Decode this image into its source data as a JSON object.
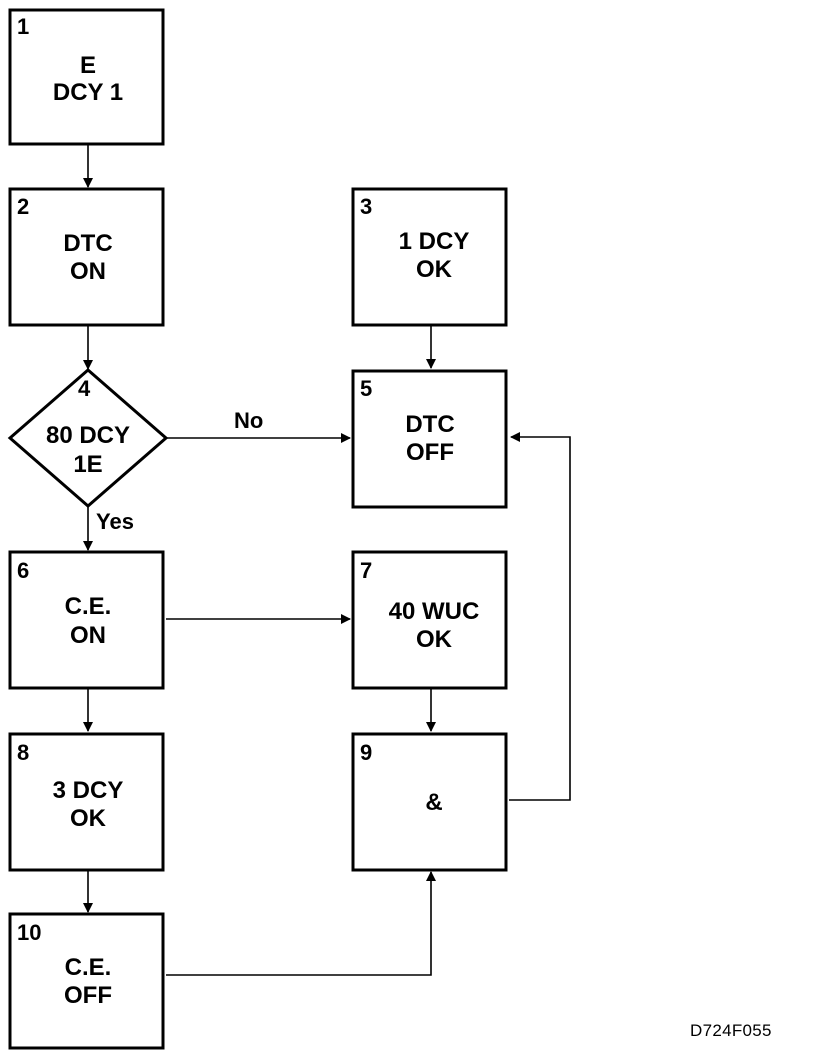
{
  "nodes": [
    {
      "id": "1",
      "number": "1",
      "lines": [
        "E",
        "DCY 1"
      ]
    },
    {
      "id": "2",
      "number": "2",
      "lines": [
        "DTC",
        "ON"
      ]
    },
    {
      "id": "3",
      "number": "3",
      "lines": [
        "1 DCY",
        "OK"
      ]
    },
    {
      "id": "4",
      "number": "4",
      "lines": [
        "80 DCY",
        "1E"
      ]
    },
    {
      "id": "5",
      "number": "5",
      "lines": [
        "DTC",
        "OFF"
      ]
    },
    {
      "id": "6",
      "number": "6",
      "lines": [
        "C.E.",
        "ON"
      ]
    },
    {
      "id": "7",
      "number": "7",
      "lines": [
        "40 WUC",
        "OK"
      ]
    },
    {
      "id": "8",
      "number": "8",
      "lines": [
        "3 DCY",
        "OK"
      ]
    },
    {
      "id": "9",
      "number": "9",
      "lines": [
        "&"
      ]
    },
    {
      "id": "10",
      "number": "10",
      "lines": [
        "C.E.",
        "OFF"
      ]
    }
  ],
  "edges": [
    {
      "from": "1",
      "to": "2",
      "label": ""
    },
    {
      "from": "2",
      "to": "4",
      "label": ""
    },
    {
      "from": "3",
      "to": "5",
      "label": ""
    },
    {
      "from": "4",
      "to": "5",
      "label": "No"
    },
    {
      "from": "4",
      "to": "6",
      "label": "Yes"
    },
    {
      "from": "6",
      "to": "7",
      "label": ""
    },
    {
      "from": "6",
      "to": "8",
      "label": ""
    },
    {
      "from": "7",
      "to": "9",
      "label": ""
    },
    {
      "from": "8",
      "to": "10",
      "label": ""
    },
    {
      "from": "10",
      "to": "9",
      "label": ""
    },
    {
      "from": "9",
      "to": "5",
      "label": ""
    }
  ],
  "figure_id": "D724F055",
  "colors": {
    "stroke": "#000000",
    "background": "#ffffff"
  }
}
